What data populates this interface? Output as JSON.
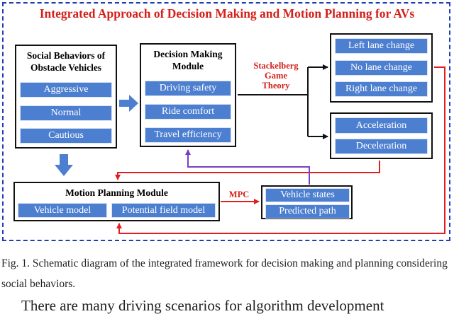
{
  "title": "Integrated Approach of Decision Making and Motion Planning for AVs",
  "social": {
    "title_line1": "Social Behaviors of",
    "title_line2": "Obstacle Vehicles",
    "items": [
      "Aggressive",
      "Normal",
      "Cautious"
    ]
  },
  "decision": {
    "title_line1": "Decision Making",
    "title_line2": "Module",
    "items": [
      "Driving safety",
      "Ride comfort",
      "Travel efficiency"
    ]
  },
  "game": {
    "line1": "Stackelberg",
    "line2": "Game",
    "line3": "Theory"
  },
  "lateral": [
    "Left lane change",
    "No lane change",
    "Right lane change"
  ],
  "longitudinal": [
    "Acceleration",
    "Deceleration"
  ],
  "motion": {
    "title": "Motion Planning Module",
    "items": [
      "Vehicle model",
      "Potential field model"
    ]
  },
  "mpc_label": "MPC",
  "outputs": [
    "Vehicle states",
    "Predicted path"
  ],
  "caption": {
    "text": "Fig. 1.  Schematic diagram of the integrated framework for decision making and planning considering social behaviors.",
    "next_paragraph_fragment": "There are many driving scenarios for algorithm development"
  },
  "colors": {
    "frame": "#1f3fb0",
    "title": "#d4201a",
    "item_fill": "#4d7fd0",
    "arrow_blue": "#4d7fd0",
    "arrow_red": "#e02020",
    "arrow_purple": "#7a3fc0",
    "arrow_black": "#111111"
  }
}
